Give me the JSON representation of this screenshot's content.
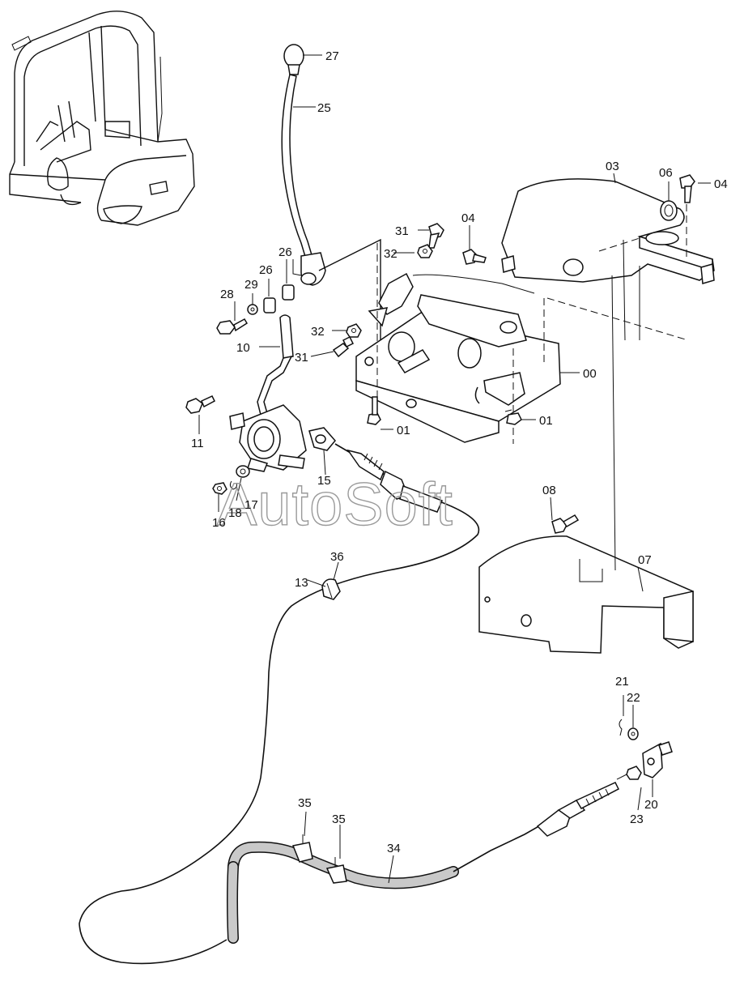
{
  "watermark": "AutoSoft",
  "callouts": {
    "p00": "00",
    "p01a": "01",
    "p01b": "01",
    "p03": "03",
    "p04a": "04",
    "p04b": "04",
    "p06": "06",
    "p07": "07",
    "p08": "08",
    "p10": "10",
    "p11": "11",
    "p13": "13",
    "p15": "15",
    "p16": "16",
    "p17": "17",
    "p18": "18",
    "p20": "20",
    "p21": "21",
    "p22": "22",
    "p23": "23",
    "p25": "25",
    "p26a": "26",
    "p26b": "26",
    "p27": "27",
    "p28": "28",
    "p29": "29",
    "p31a": "31",
    "p31b": "31",
    "p32a": "32",
    "p32b": "32",
    "p34": "34",
    "p35a": "35",
    "p35b": "35",
    "p36": "36"
  }
}
